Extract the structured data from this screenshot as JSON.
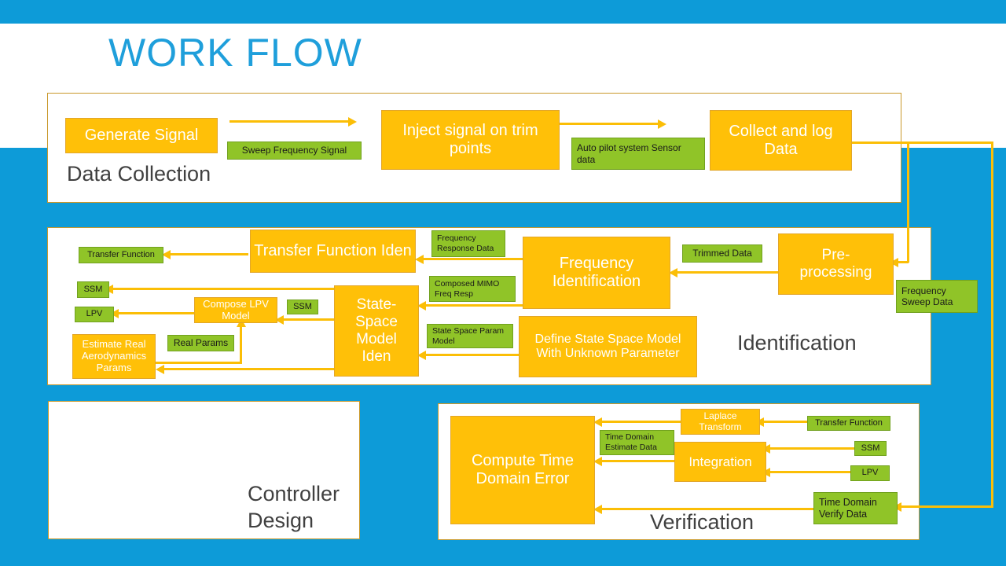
{
  "title": "WORK FLOW",
  "colors": {
    "background_blue": "#0D9BD8",
    "title_blue": "#1F9FDB",
    "node_orange": "#FFC008",
    "node_green": "#90C428",
    "arrow_gold": "#FBBE06",
    "panel_border_gold": "#C9982A",
    "section_label_gray": "#404040"
  },
  "sections": {
    "data_collection": {
      "label": "Data Collection",
      "nodes": {
        "generate_signal": "Generate Signal",
        "sweep_frequency_signal": "Sweep Frequency Signal",
        "inject_signal": "Inject signal on trim points",
        "auto_pilot_sensor": "Auto pilot system Sensor data",
        "collect_and_log": "Collect and log Data"
      }
    },
    "identification": {
      "label": "Identification",
      "nodes": {
        "transfer_function_iden": "Transfer Function Iden",
        "transfer_function": "Transfer Function",
        "frequency_response_data": "Frequency Response Data",
        "frequency_identification": "Frequency Identification",
        "trimmed_data": "Trimmed Data",
        "pre_processing": "Pre-processing",
        "frequency_sweep_data": "Frequency Sweep Data",
        "ssm_out": "SSM",
        "composed_mimo_freq_resp": "Composed MIMO Freq Resp",
        "state_space_model_iden": "State-Space Model Iden",
        "compose_lpv_model": "Compose LPV Model",
        "ssm_mid": "SSM",
        "lpv_out": "LPV",
        "state_space_param_model": "State Space Param Model",
        "define_state_space_model": "Define State Space Model With Unknown Parameter",
        "real_params": "Real Params",
        "estimate_real_aero": "Estimate Real Aerodynamics Params"
      }
    },
    "controller_design": {
      "label": "Controller Design"
    },
    "verification": {
      "label": "Verification",
      "nodes": {
        "compute_time_domain_error": "Compute Time Domain Error",
        "laplace_transform": "Laplace Transform",
        "transfer_function": "Transfer Function",
        "time_domain_estimate_data": "Time Domain Estimate Data",
        "integration": "Integration",
        "ssm": "SSM",
        "lpv": "LPV",
        "time_domain_verify_data": "Time Domain Verify Data"
      }
    }
  }
}
